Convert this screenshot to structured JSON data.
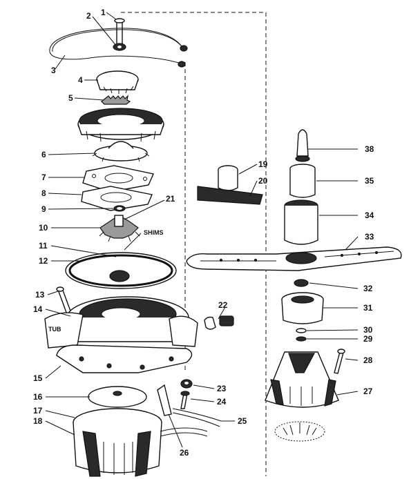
{
  "callouts": {
    "n1": "1",
    "n2": "2",
    "n3": "3",
    "n4": "4",
    "n5": "5",
    "n6": "6",
    "n7": "7",
    "n8": "8",
    "n9": "9",
    "n10": "10",
    "n11": "11",
    "n12": "12",
    "n13": "13",
    "n14": "14",
    "n15": "15",
    "n16": "16",
    "n17": "17",
    "n18": "18",
    "n19": "19",
    "n20": "20",
    "n21": "21",
    "n22": "22",
    "n23": "23",
    "n24": "24",
    "n25": "25",
    "n26": "26",
    "n27": "27",
    "n28": "28",
    "n29": "29",
    "n30": "30",
    "n31": "31",
    "n32": "32",
    "n33": "33",
    "n34": "34",
    "n35": "35",
    "n38": "38"
  },
  "text_labels": {
    "shims": "SHIMS",
    "tub": "TUB"
  }
}
